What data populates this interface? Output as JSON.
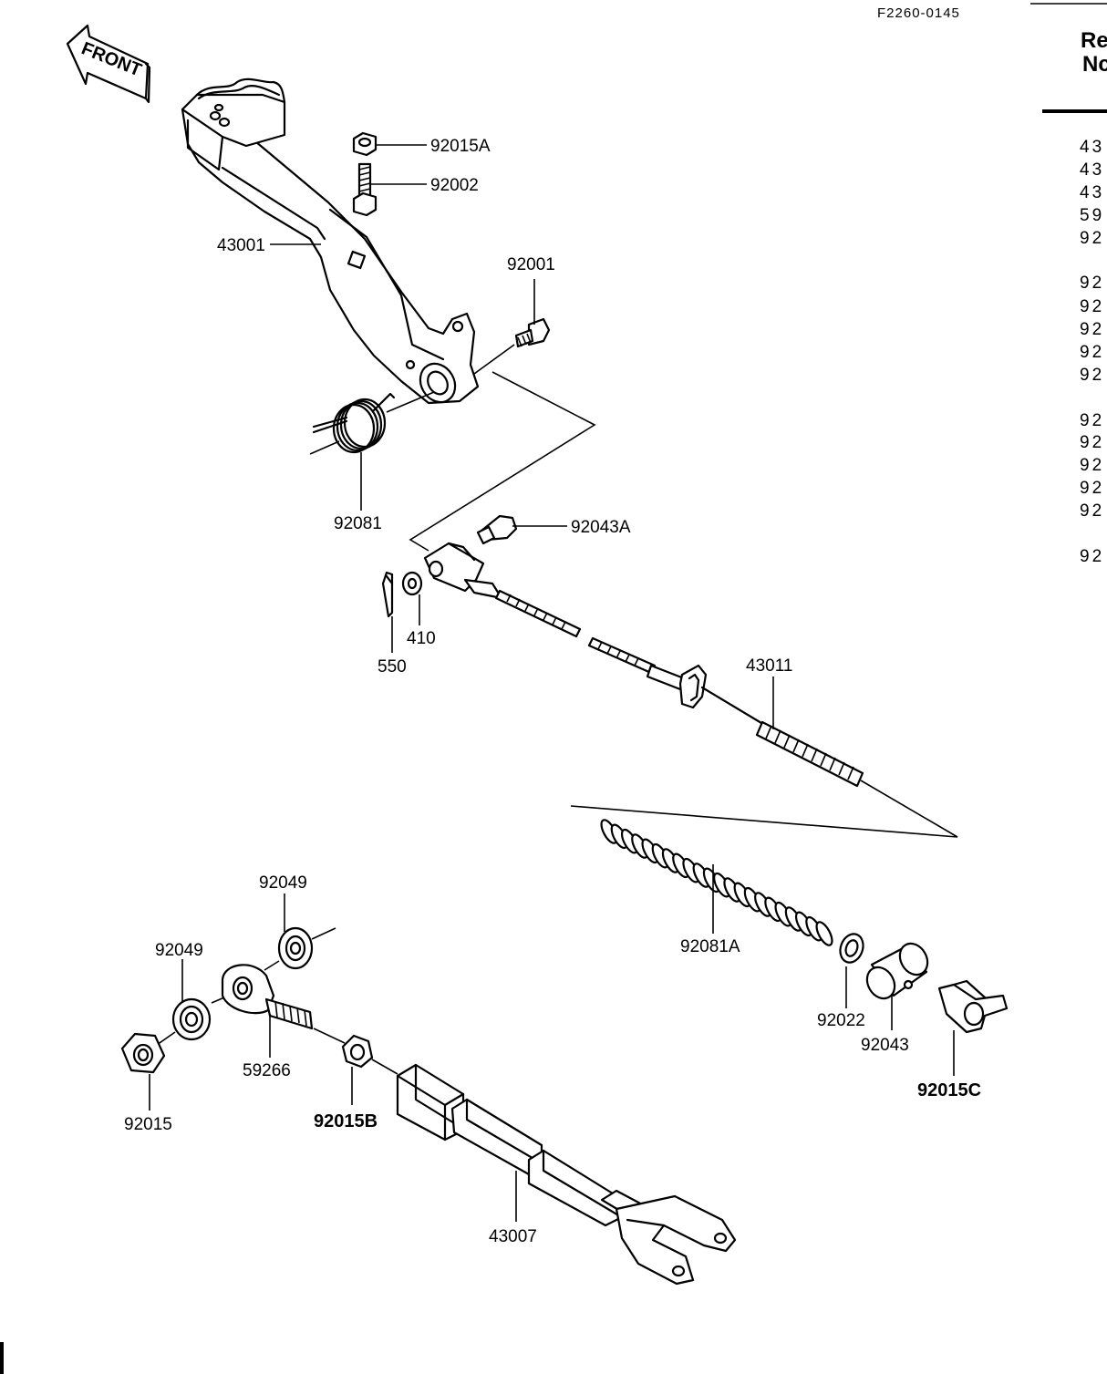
{
  "figure_code": "F2260-0145",
  "front_label": "FRONT",
  "side_header": [
    "Re",
    "Nc"
  ],
  "side_refs": [
    "43",
    "43",
    "43",
    "59",
    "92",
    "92",
    "92",
    "92",
    "92",
    "92",
    "92",
    "92",
    "92",
    "92",
    "92",
    "92"
  ],
  "callouts": [
    {
      "id": "92015A",
      "text": "92015A"
    },
    {
      "id": "92002",
      "text": "92002"
    },
    {
      "id": "43001",
      "text": "43001"
    },
    {
      "id": "92001",
      "text": "92001"
    },
    {
      "id": "92081",
      "text": "92081"
    },
    {
      "id": "92043A",
      "text": "92043A"
    },
    {
      "id": "410",
      "text": "410"
    },
    {
      "id": "550",
      "text": "550"
    },
    {
      "id": "43011",
      "text": "43011"
    },
    {
      "id": "92049-upper",
      "text": "92049"
    },
    {
      "id": "92049-lower",
      "text": "92049"
    },
    {
      "id": "92081A",
      "text": "92081A"
    },
    {
      "id": "92022",
      "text": "92022"
    },
    {
      "id": "92043",
      "text": "92043"
    },
    {
      "id": "92015C",
      "text": "92015C"
    },
    {
      "id": "59266",
      "text": "59266"
    },
    {
      "id": "92015",
      "text": "92015"
    },
    {
      "id": "92015B",
      "text": "92015B"
    },
    {
      "id": "43007",
      "text": "43007"
    }
  ]
}
